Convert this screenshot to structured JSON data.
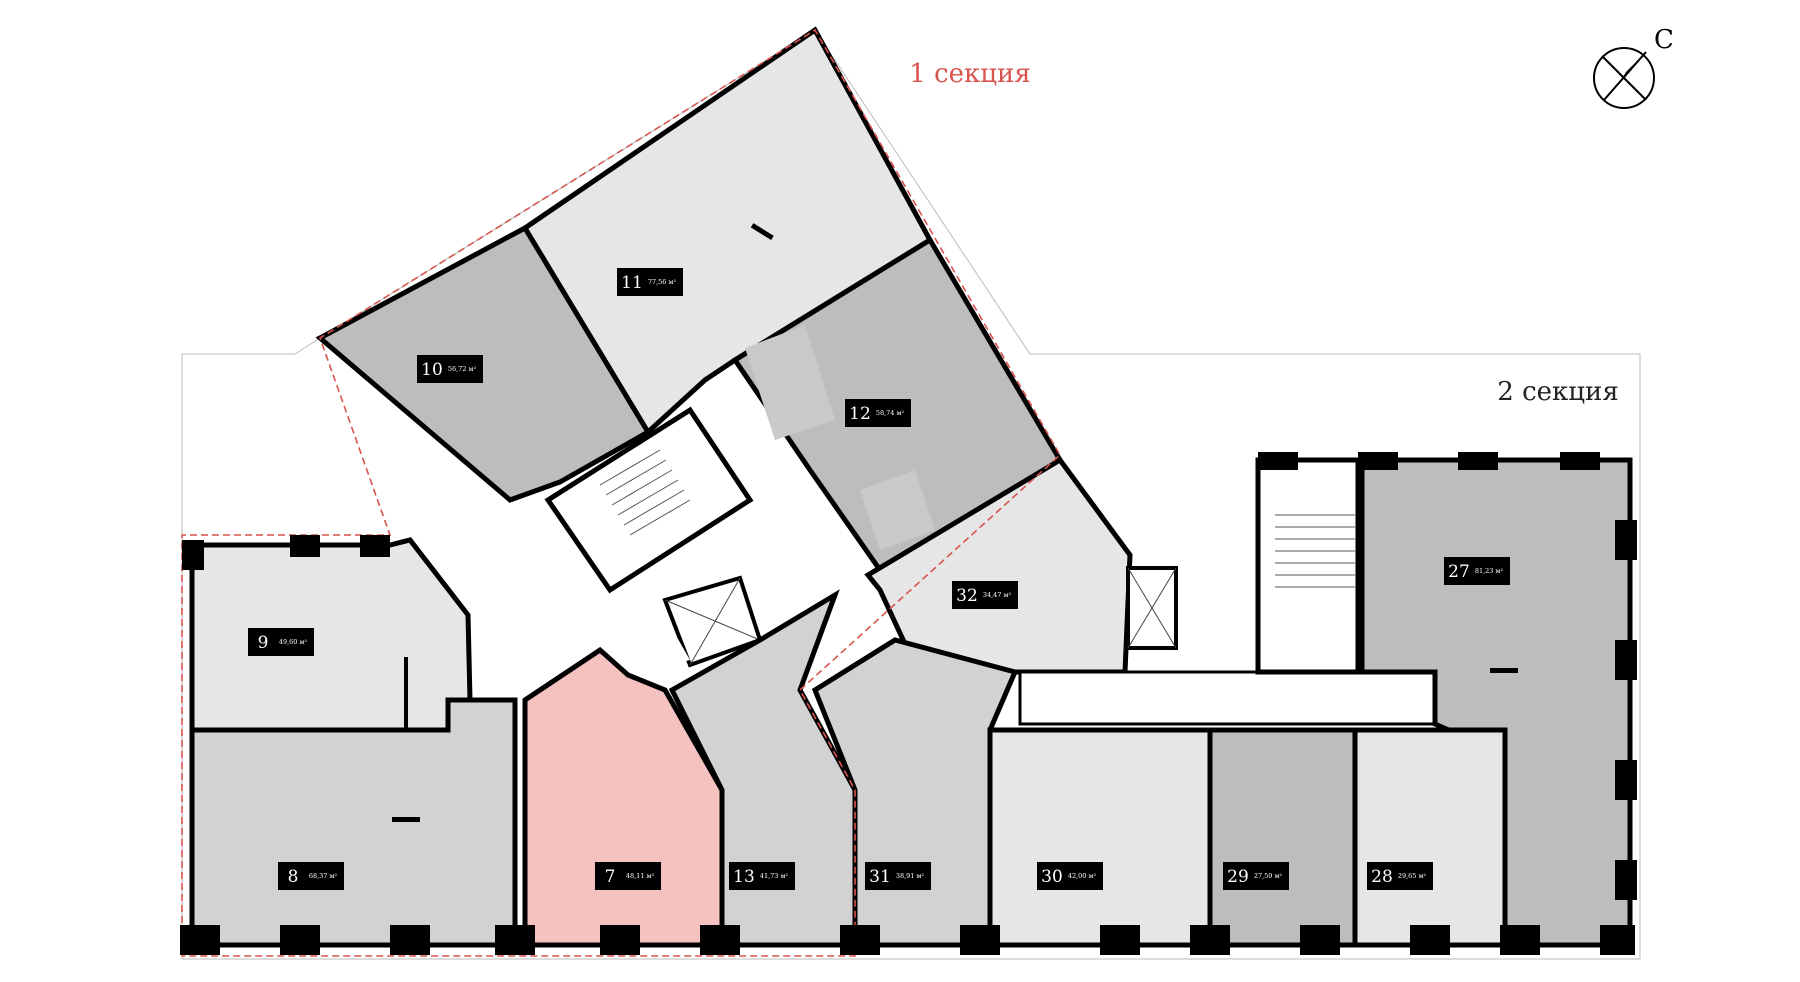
{
  "compass": {
    "direction_letter": "С",
    "icon": "compass-north-icon"
  },
  "sections": {
    "section_1": "1 секция",
    "section_2": "2 секция"
  },
  "colors": {
    "selected_unit": "#f5c2c0",
    "section_boundary": "#d9534f",
    "unit_light": "#e6e6e6",
    "unit_mid": "#d2d2d2",
    "unit_dark": "#bdbdbd",
    "wall": "#000000",
    "label_bg": "#000000"
  },
  "units": [
    {
      "id": "7",
      "number": "7",
      "area": "48,11 м²",
      "selected": true
    },
    {
      "id": "8",
      "number": "8",
      "area": "68,37 м²",
      "selected": false
    },
    {
      "id": "9",
      "number": "9",
      "area": "49,60 м²",
      "selected": false
    },
    {
      "id": "10",
      "number": "10",
      "area": "56,72 м²",
      "selected": false
    },
    {
      "id": "11",
      "number": "11",
      "area": "77,56 м²",
      "selected": false
    },
    {
      "id": "12",
      "number": "12",
      "area": "58,74 м²",
      "selected": false
    },
    {
      "id": "13",
      "number": "13",
      "area": "41,73 м²",
      "selected": false
    },
    {
      "id": "27",
      "number": "27",
      "area": "81,23 м²",
      "selected": false
    },
    {
      "id": "28",
      "number": "28",
      "area": "29,65 м²",
      "selected": false
    },
    {
      "id": "29",
      "number": "29",
      "area": "27,59 м²",
      "selected": false
    },
    {
      "id": "30",
      "number": "30",
      "area": "42,00 м²",
      "selected": false
    },
    {
      "id": "31",
      "number": "31",
      "area": "38,91 м²",
      "selected": false
    },
    {
      "id": "32",
      "number": "32",
      "area": "34,47 м²",
      "selected": false
    }
  ]
}
